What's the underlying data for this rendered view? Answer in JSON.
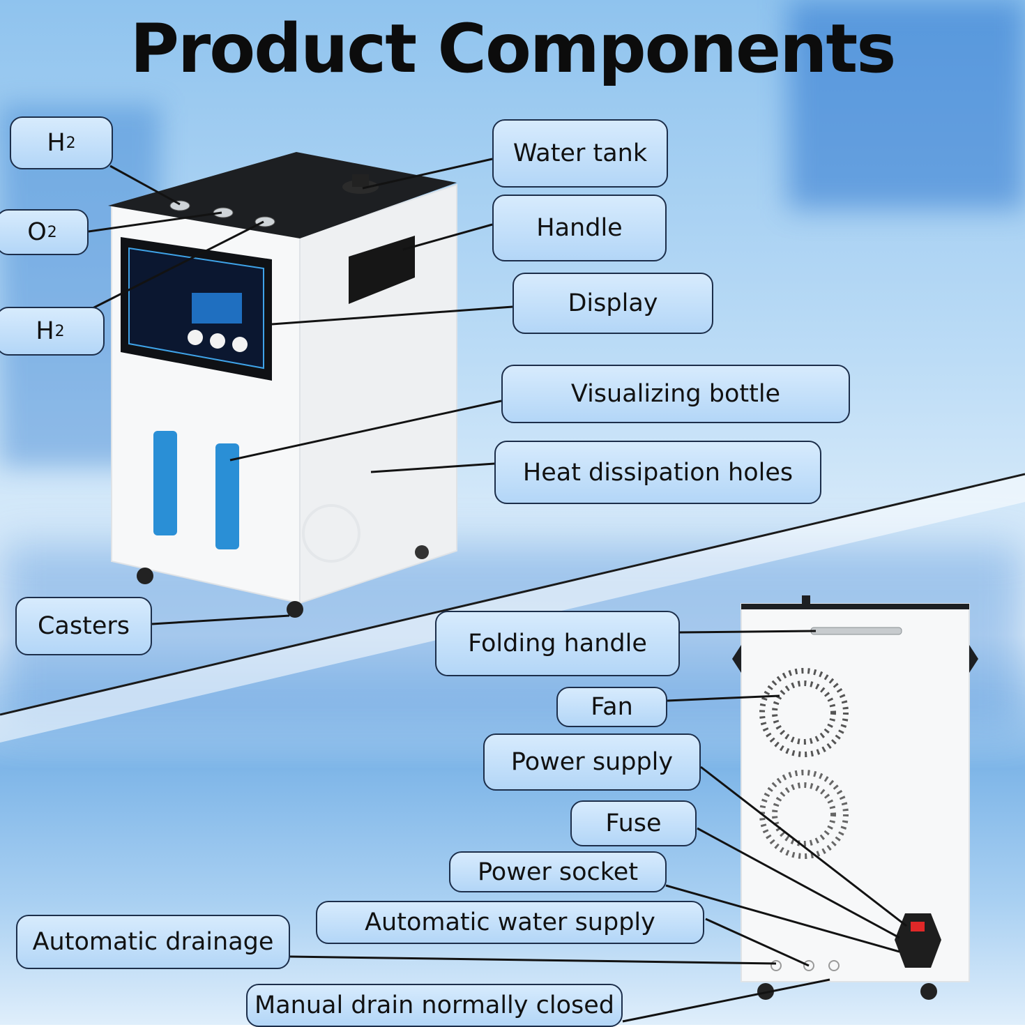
{
  "title": "Product Components",
  "labels": {
    "h2_top": {
      "main": "H",
      "sub": "2"
    },
    "o2": {
      "main": "O",
      "sub": "2"
    },
    "h2_bottom": {
      "main": "H",
      "sub": "2"
    },
    "water_tank": "Water tank",
    "handle": "Handle",
    "display": "Display",
    "visualizing_bottle": "Visualizing bottle",
    "heat_dissipation_holes": "Heat dissipation holes",
    "casters": "Casters",
    "folding_handle": "Folding handle",
    "fan": "Fan",
    "power_supply": "Power supply",
    "fuse": "Fuse",
    "power_socket": "Power socket",
    "automatic_water_supply": "Automatic water supply",
    "automatic_drainage": "Automatic drainage",
    "manual_drain": "Manual drain normally closed"
  },
  "colors": {
    "label_fill": "#c4e0fa",
    "label_border": "#1c2e4a",
    "device_body": "#f7f8f9",
    "device_top": "#1d1f22",
    "bottle": "#2a8fd6",
    "screen": "#0b1730"
  }
}
